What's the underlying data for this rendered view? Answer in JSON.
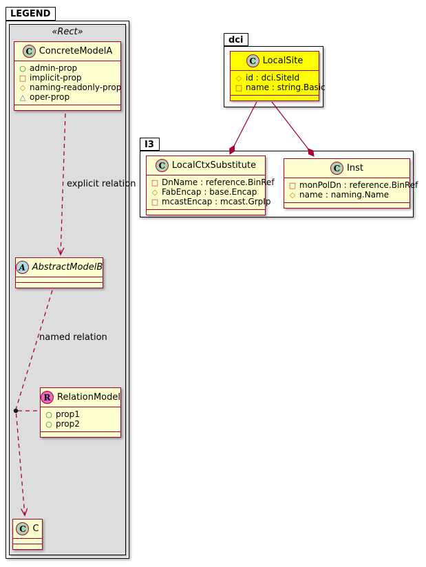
{
  "packages": {
    "legend": "LEGEND",
    "dci": "dci",
    "i3": "I3"
  },
  "legend": {
    "stereotype": "«Rect»"
  },
  "icons": {
    "public": "○",
    "private": "□",
    "protected": "◇",
    "package_private": "△"
  },
  "classes": {
    "concreteModelA": {
      "spot": "C",
      "name": "ConcreteModelA",
      "members": [
        {
          "icon": "public",
          "text": "admin-prop"
        },
        {
          "icon": "private",
          "text": "implicit-prop"
        },
        {
          "icon": "protected",
          "text": "naming-readonly-prop"
        },
        {
          "icon": "package_private",
          "text": "oper-prop"
        }
      ]
    },
    "abstractModelB": {
      "spot": "A",
      "name": "AbstractModelB"
    },
    "relationModel": {
      "spot": "R",
      "name": "RelationModel",
      "members": [
        {
          "icon": "public",
          "text": "prop1"
        },
        {
          "icon": "public",
          "text": "prop2"
        }
      ]
    },
    "c": {
      "spot": "C",
      "name": "C"
    },
    "localSite": {
      "spot": "C",
      "name": "LocalSite",
      "members": [
        {
          "icon": "protected",
          "text": "id : dci.SiteId"
        },
        {
          "icon": "private",
          "text": "name : string.Basic"
        }
      ]
    },
    "localCtxSubstitute": {
      "spot": "C",
      "name": "LocalCtxSubstitute",
      "members": [
        {
          "icon": "private",
          "text": "DnName : reference.BinRef"
        },
        {
          "icon": "protected",
          "text": "FabEncap : base.Encap"
        },
        {
          "icon": "private",
          "text": "mcastEncap : mcast.GrpIp"
        }
      ]
    },
    "inst": {
      "spot": "C",
      "name": "Inst",
      "members": [
        {
          "icon": "private",
          "text": "monPolDn : reference.BinRef"
        },
        {
          "icon": "protected",
          "text": "name : naming.Name"
        }
      ]
    }
  },
  "edges": {
    "explicit": "explicit relation",
    "named": "named relation"
  },
  "colors": {
    "class_bg": "#FEFECE",
    "class_border": "#A80036",
    "highlight_bg": "#FFFF00",
    "gray_rect": "#DDDDDD",
    "edge": "#A80036",
    "spot_class": "#ADD1B2",
    "spot_abstract": "#A9DCDF",
    "spot_relation": "#E668C2"
  }
}
